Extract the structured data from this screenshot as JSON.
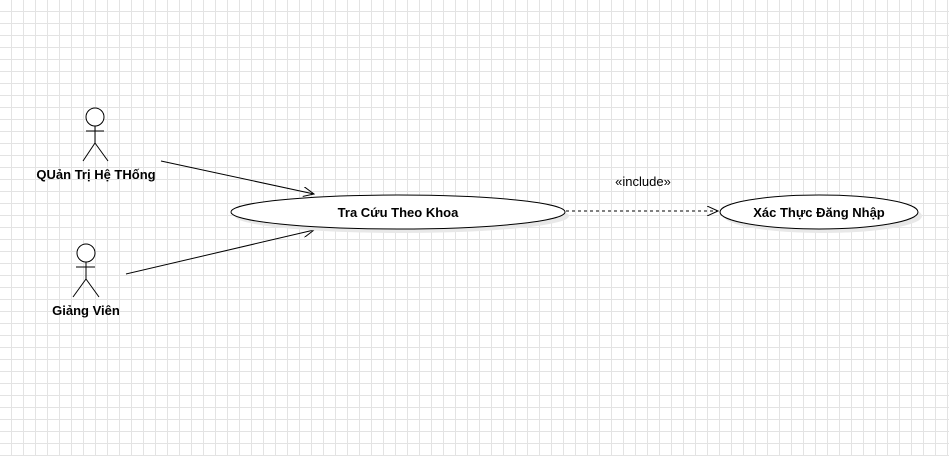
{
  "diagram": {
    "actors": [
      {
        "id": "admin",
        "label": "QUản Trị Hệ THống"
      },
      {
        "id": "lecturer",
        "label": "Giảng Viên"
      }
    ],
    "use_cases": [
      {
        "id": "lookup",
        "label": "Tra Cứu Theo Khoa"
      },
      {
        "id": "auth",
        "label": "Xác Thực Đăng Nhập"
      }
    ],
    "relationships": [
      {
        "from": "admin",
        "to": "lookup",
        "type": "association"
      },
      {
        "from": "lecturer",
        "to": "lookup",
        "type": "association"
      },
      {
        "from": "lookup",
        "to": "auth",
        "type": "include",
        "label": "«include»"
      }
    ],
    "colors": {
      "grid": "#e3e3e3",
      "stroke": "#000000",
      "shadow": "#e8e8e8",
      "fill": "#ffffff"
    }
  }
}
